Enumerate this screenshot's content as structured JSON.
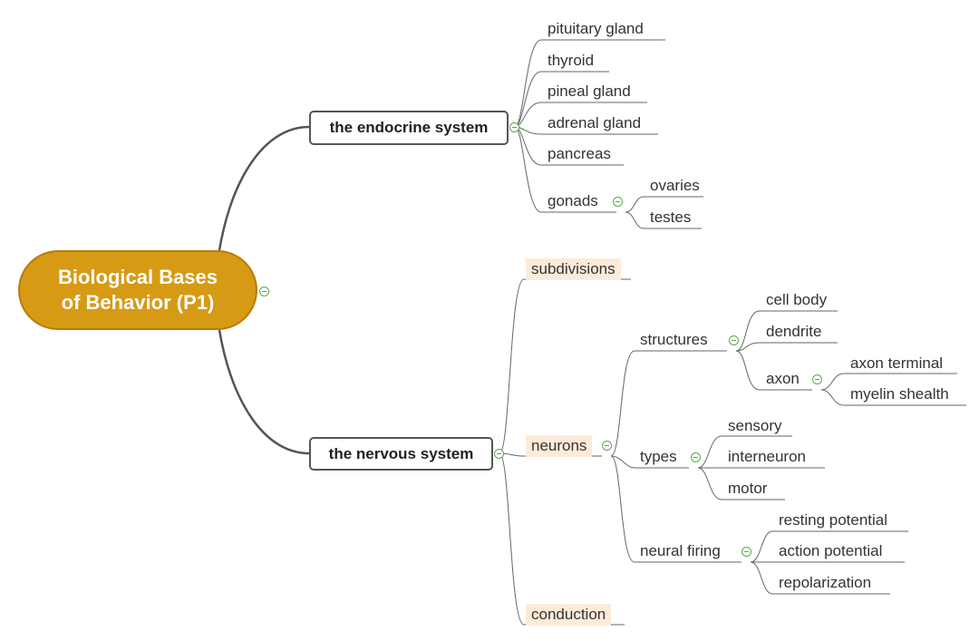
{
  "root": {
    "line1": "Biological Bases",
    "line2": "of Behavior (P1)"
  },
  "endocrine": {
    "label": "the endocrine system",
    "children": [
      "pituitary gland",
      "thyroid",
      "pineal gland",
      "adrenal gland",
      "pancreas",
      "gonads"
    ],
    "gonads_children": [
      "ovaries",
      "testes"
    ]
  },
  "nervous": {
    "label": "the nervous system",
    "subdivisions": "subdivisions",
    "neurons": "neurons",
    "conduction": "conduction",
    "structures": {
      "label": "structures",
      "children": [
        "cell body",
        "dendrite",
        "axon"
      ]
    },
    "axon_children": [
      "axon terminal",
      "myelin shealth"
    ],
    "types": {
      "label": "types",
      "children": [
        "sensory",
        "interneuron",
        "motor"
      ]
    },
    "neural_firing": {
      "label": "neural firing",
      "children": [
        "resting potential",
        "action potential",
        "repolarization"
      ]
    }
  },
  "colors": {
    "root_fill": "#d69a15",
    "highlight": "#fdebd9",
    "collapse_icon": "#5aa84a",
    "line": "#555555"
  }
}
